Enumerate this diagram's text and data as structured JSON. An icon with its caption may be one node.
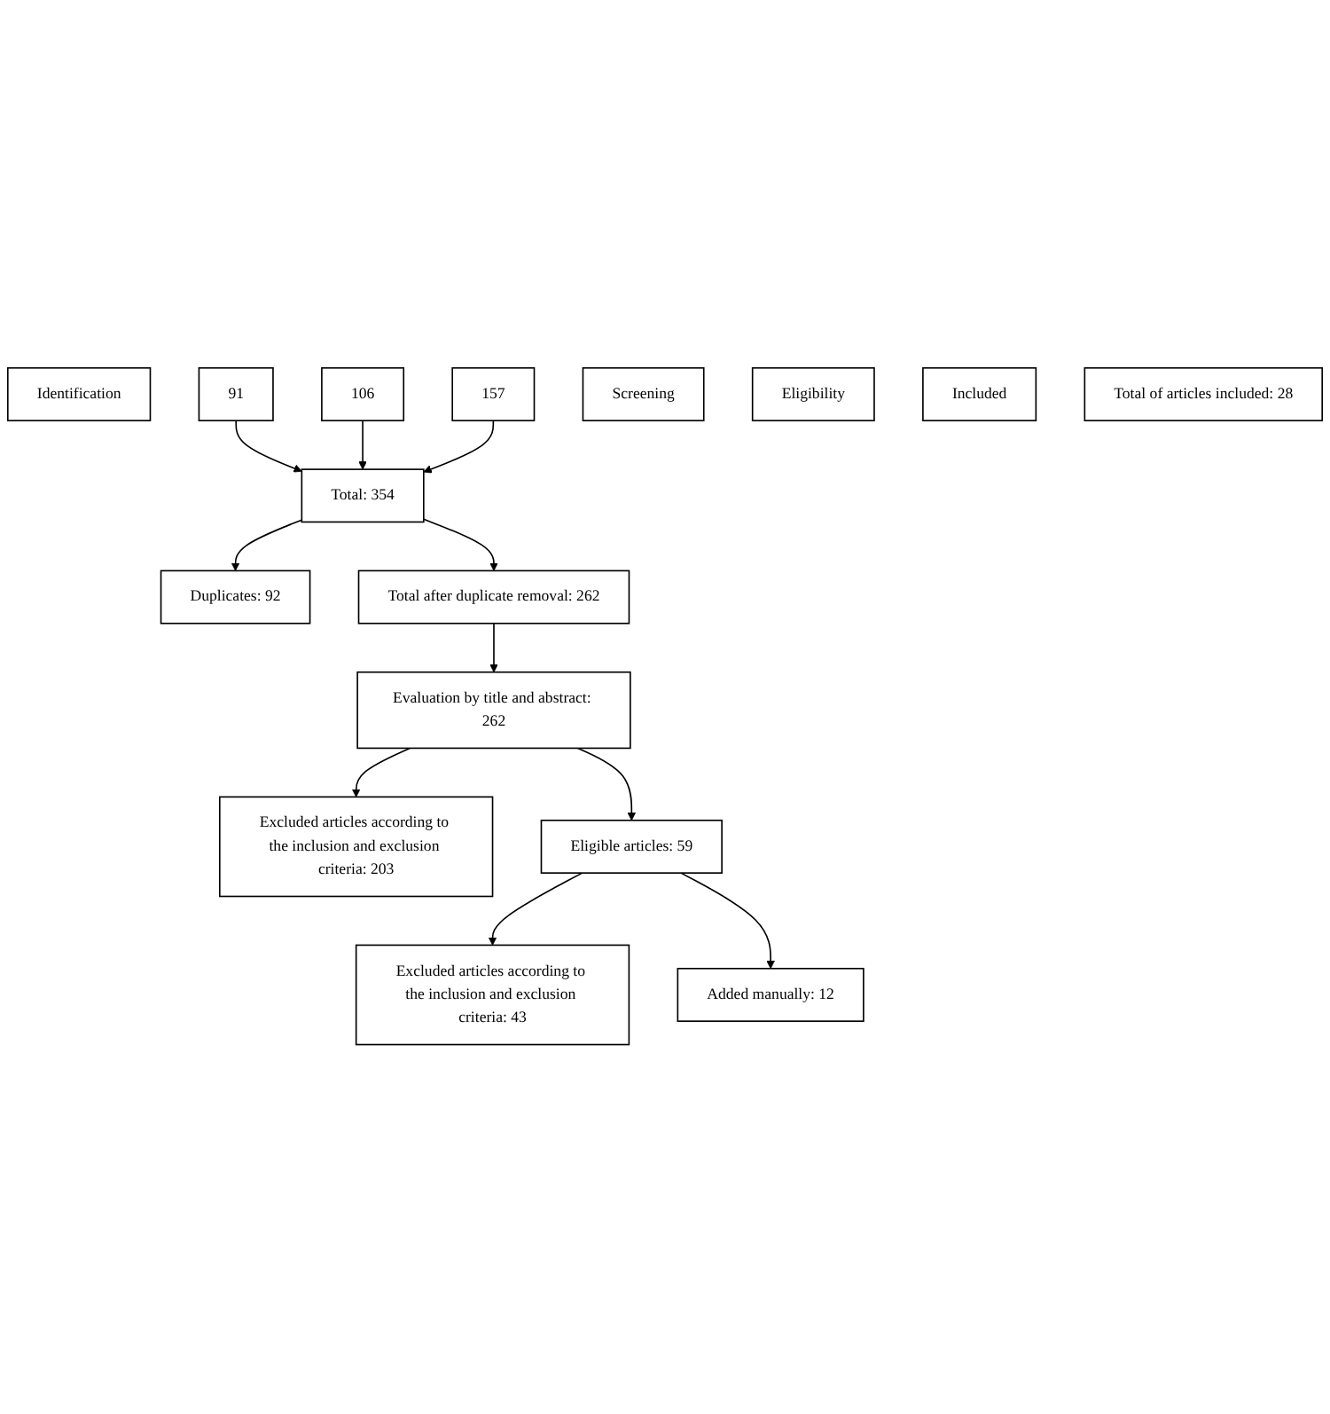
{
  "diagram": {
    "nodes": [
      {
        "text": [
          "Identification"
        ]
      },
      {
        "text": [
          "91"
        ]
      },
      {
        "text": [
          "106"
        ]
      },
      {
        "text": [
          "157"
        ]
      },
      {
        "text": [
          "Total: 354"
        ]
      },
      {
        "text": [
          "Duplicates: 92"
        ]
      },
      {
        "text": [
          "Screening"
        ]
      },
      {
        "text": [
          "Total after duplicate removal: 262"
        ]
      },
      {
        "text": [
          "Eligibility"
        ]
      },
      {
        "text": [
          "Evaluation by title and abstract: 262"
        ]
      },
      {
        "text": [
          "Excluded articles according to the inclusion and exclusion criteria: 203"
        ]
      },
      {
        "text": [
          "Eligible articles: 59"
        ]
      },
      {
        "text": [
          "Excluded articles according to the inclusion and exclusion criteria: 43"
        ]
      },
      {
        "text": [
          "Included"
        ]
      },
      {
        "text": [
          "Added manually: 12"
        ]
      },
      {
        "text": [
          "Total of articles included: 28"
        ]
      }
    ],
    "edges": [
      {
        "from": 1,
        "to": 4,
        "arrow": "to"
      },
      {
        "from": 2,
        "to": 4,
        "arrow": "to"
      },
      {
        "from": 3,
        "to": 4,
        "arrow": "to"
      },
      {
        "from": 4,
        "to": 5,
        "arrow": "to"
      },
      {
        "from": 4,
        "to": 7,
        "arrow": "to"
      },
      {
        "from": 7,
        "to": 9,
        "arrow": "to"
      },
      {
        "from": 9,
        "to": 10,
        "arrow": "to"
      },
      {
        "from": 9,
        "to": 11,
        "arrow": "to"
      },
      {
        "from": 11,
        "to": 12,
        "arrow": "to"
      },
      {
        "from": 11,
        "to": 14,
        "arrow": "to"
      }
    ]
  }
}
